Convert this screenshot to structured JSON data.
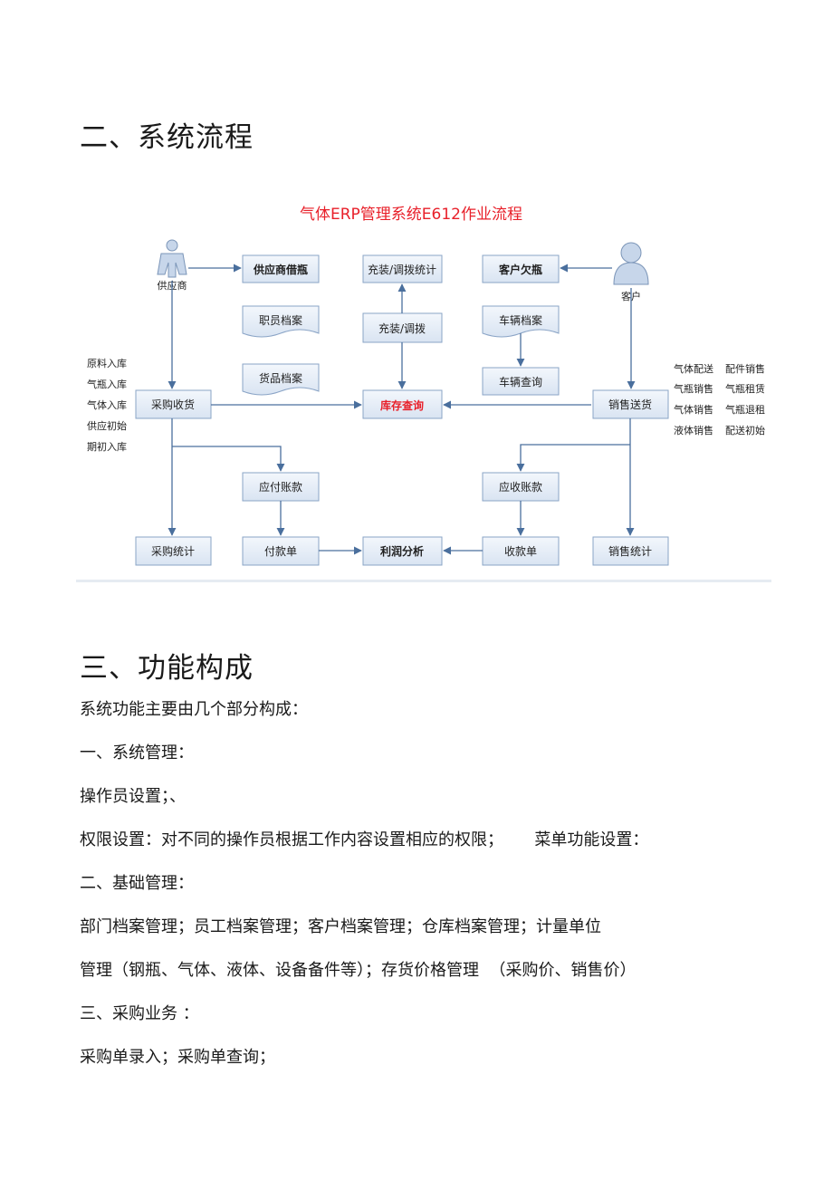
{
  "section2": {
    "heading": "二、系统流程"
  },
  "diagram": {
    "title": "气体ERP管理系统E612作业流程",
    "actors": {
      "supplier": "供应商",
      "customer": "客户"
    },
    "nodes": {
      "supplier_bottle": "供应商借瓶",
      "fill_stats": "充装/调拨统计",
      "customer_owed": "客户欠瓶",
      "staff_file": "职员档案",
      "fill_transfer": "充装/调拨",
      "vehicle_file": "车辆档案",
      "goods_file": "货品档案",
      "vehicle_query": "车辆查询",
      "purchase_receive": "采购收货",
      "inventory_query": "库存查询",
      "sales_delivery": "销售送货",
      "payable": "应付账款",
      "receivable": "应收账款",
      "purchase_stats": "采购统计",
      "payment": "付款单",
      "profit_analysis": "利润分析",
      "receipt": "收款单",
      "sales_stats": "销售统计"
    },
    "left_labels": [
      "原料入库",
      "气瓶入库",
      "气体入库",
      "供应初始",
      "期初入库"
    ],
    "right_labels": [
      [
        "气体配送",
        "配件销售"
      ],
      [
        "气瓶销售",
        "气瓶租赁"
      ],
      [
        "气体销售",
        "气瓶退租"
      ],
      [
        "液体销售",
        "配送初始"
      ]
    ],
    "colors": {
      "box_fill": "#e3ecf7",
      "box_stroke": "#8aa4c6",
      "arrow": "#4a6f9d",
      "title": "#e8202a",
      "highlight": "#e8202a"
    }
  },
  "section3": {
    "heading": "三、功能构成",
    "lines": [
      "系统功能主要由几个部分构成：",
      "一、系统管理：",
      "操作员设置；、",
      "权限设置：对不同的操作员根据工作内容设置相应的权限；      菜单功能设置：",
      "二、基础管理：",
      "部门档案管理；员工档案管理；客户档案管理；仓库档案管理；计量单位",
      "管理（钢瓶、气体、液体、设备备件等）；存货价格管理  （采购价、销售价）",
      "三、采购业务 ：",
      "采购单录入；采购单查询；"
    ]
  }
}
